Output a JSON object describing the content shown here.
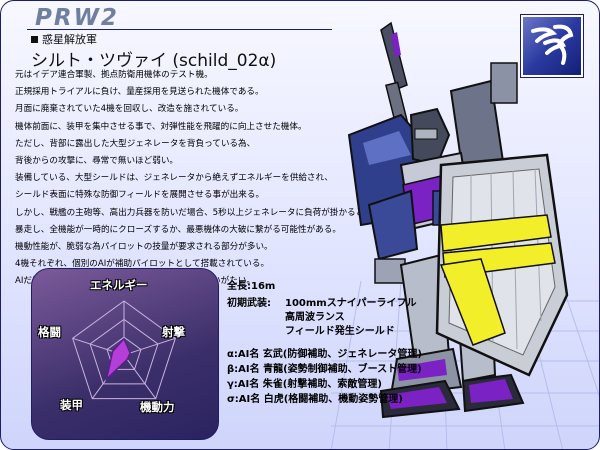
{
  "header": {
    "title": "PRW2",
    "faction": "惑星解放軍",
    "unit_name": "シルト・ツヴァイ (schild_02α)"
  },
  "description": [
    "元はイデア連合軍製、拠点防衛用機体のテスト機。",
    "正規採用トライアルに負け、量産採用を見送られた機体である。",
    "月面に廃棄されていた4機を回収し、改造を施されている。",
    "機体前面に、装甲を集中させる事で、対弾性能を飛躍的に向上させた機体。",
    "ただし、背部に露出した大型ジェネレータを背負っている為、",
    "背後からの攻撃に、尋常で無いほど弱い。",
    "装備している、大型シールドは、ジェネレータから絶えずエネルギーを供給され、",
    "シールド表面に特殊な防御フィールドを展開させる事が出来る。",
    "しかし、戦艦の主砲等、高出力兵器を防いだ場合、5秒以上ジェネレータに負荷が掛かると、",
    "暴走し、全機能が一時的にクローズするか、最悪機体の大破に繋がる可能性がある。",
    "機動性能が、脆弱な為パイロットの技量が要求される部分が多い。",
    "4機それぞれ、個別のAIが補助パイロットとして搭載されている。",
    "AIだけでも、戦闘は可能ではあるが、主戦力とは言いがたい。"
  ],
  "stats": {
    "labels": {
      "energy": "エネルギー",
      "shooting": "射撃",
      "mobility": "機動力",
      "armor": "装甲",
      "melee": "格闘"
    },
    "levels": {
      "energy": 0.3,
      "shooting": 0.12,
      "mobility": 0.1,
      "armor": 0.55,
      "melee": 0.22
    },
    "fill_color": "#b43fd8",
    "panel_color": "#3b2f6a"
  },
  "specs": {
    "height_label": "全長:16m",
    "weapons_label": "初期武装:",
    "weapons": [
      "100mmスナイパーライフル",
      "高周波ランス",
      "フィールド発生シールド"
    ],
    "ai": [
      "α:AI名 玄武(防御補助、ジェネレータ管理)",
      "β:AI名 青龍(姿勢制御補助、ブースト管理)",
      "γ:AI名 朱雀(射撃補助、索敵管理)",
      "σ:AI名 白虎(格闘補助、機動姿勢管理)"
    ]
  },
  "colors": {
    "frame": "#1d1d6a",
    "accent_yellow": "#f3ee2a",
    "shield": "#c9cdd6",
    "armor_blue": "#3a4a98",
    "accent_purple": "#7a22c4"
  },
  "icons": [
    "emblem-icon",
    "square-bullet-icon"
  ]
}
